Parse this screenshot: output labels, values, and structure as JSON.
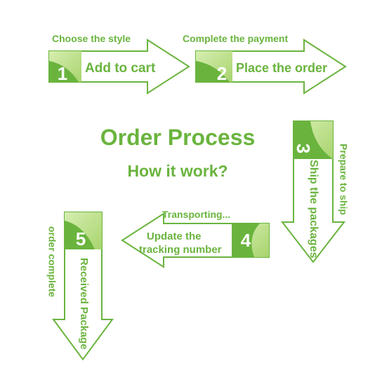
{
  "colors": {
    "green": "#6ab43e",
    "lightgreen": "#c6e39a",
    "white": "#ffffff"
  },
  "title": "Order Process",
  "subtitle": "How it work?",
  "steps": [
    {
      "number": "1",
      "label": "Add to cart",
      "caption": "Choose the style"
    },
    {
      "number": "2",
      "label": "Place the order",
      "caption": "Complete the payment"
    },
    {
      "number": "3",
      "label": "Ship the packages",
      "caption": "Prepare to ship"
    },
    {
      "number": "4",
      "label_line1": "Update the",
      "label_line2": "tracking number",
      "caption": "Transporting..."
    },
    {
      "number": "5",
      "label": "Received Package",
      "caption": "order complete"
    }
  ]
}
